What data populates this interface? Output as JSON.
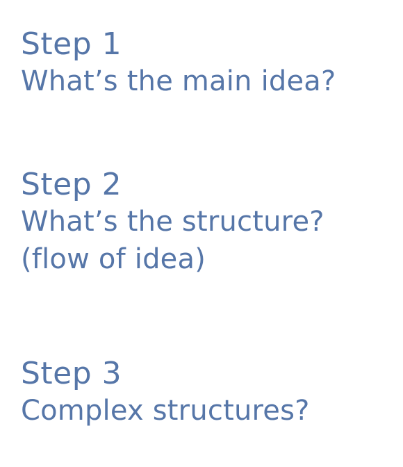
{
  "steps": [
    {
      "title": "Step 1",
      "lines": [
        "What’s the main idea?"
      ]
    },
    {
      "title": "Step 2",
      "lines": [
        "What’s the structure?",
        "(flow of idea)"
      ]
    },
    {
      "title": "Step 3",
      "lines": [
        "Complex structures?"
      ]
    }
  ],
  "colors": {
    "text": "#5676a8",
    "background": "#ffffff"
  }
}
